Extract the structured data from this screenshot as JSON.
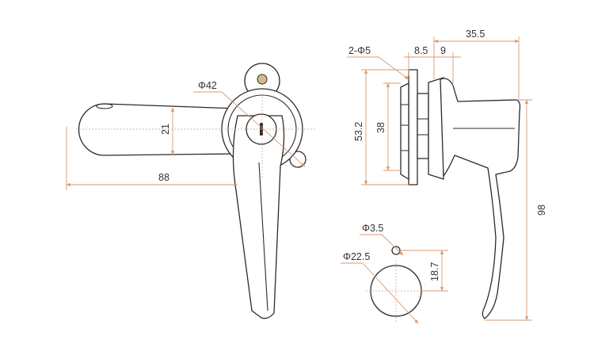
{
  "colors": {
    "outline": "#2b2b2b",
    "dimension": "#d99a72",
    "text": "#333333",
    "background": "#ffffff"
  },
  "front_view": {
    "phi42": "Φ42",
    "dim21": "21",
    "dim88": "88"
  },
  "side_view": {
    "holes": "2-Φ5",
    "dim35_5": "35.5",
    "dim8_5": "8.5",
    "dim9": "9",
    "dim53_2": "53.2",
    "dim38": "38",
    "dim98": "98"
  },
  "cutout_view": {
    "phi3_5": "Φ3.5",
    "phi22_5": "Φ22.5",
    "dim18_7": "18.7"
  }
}
